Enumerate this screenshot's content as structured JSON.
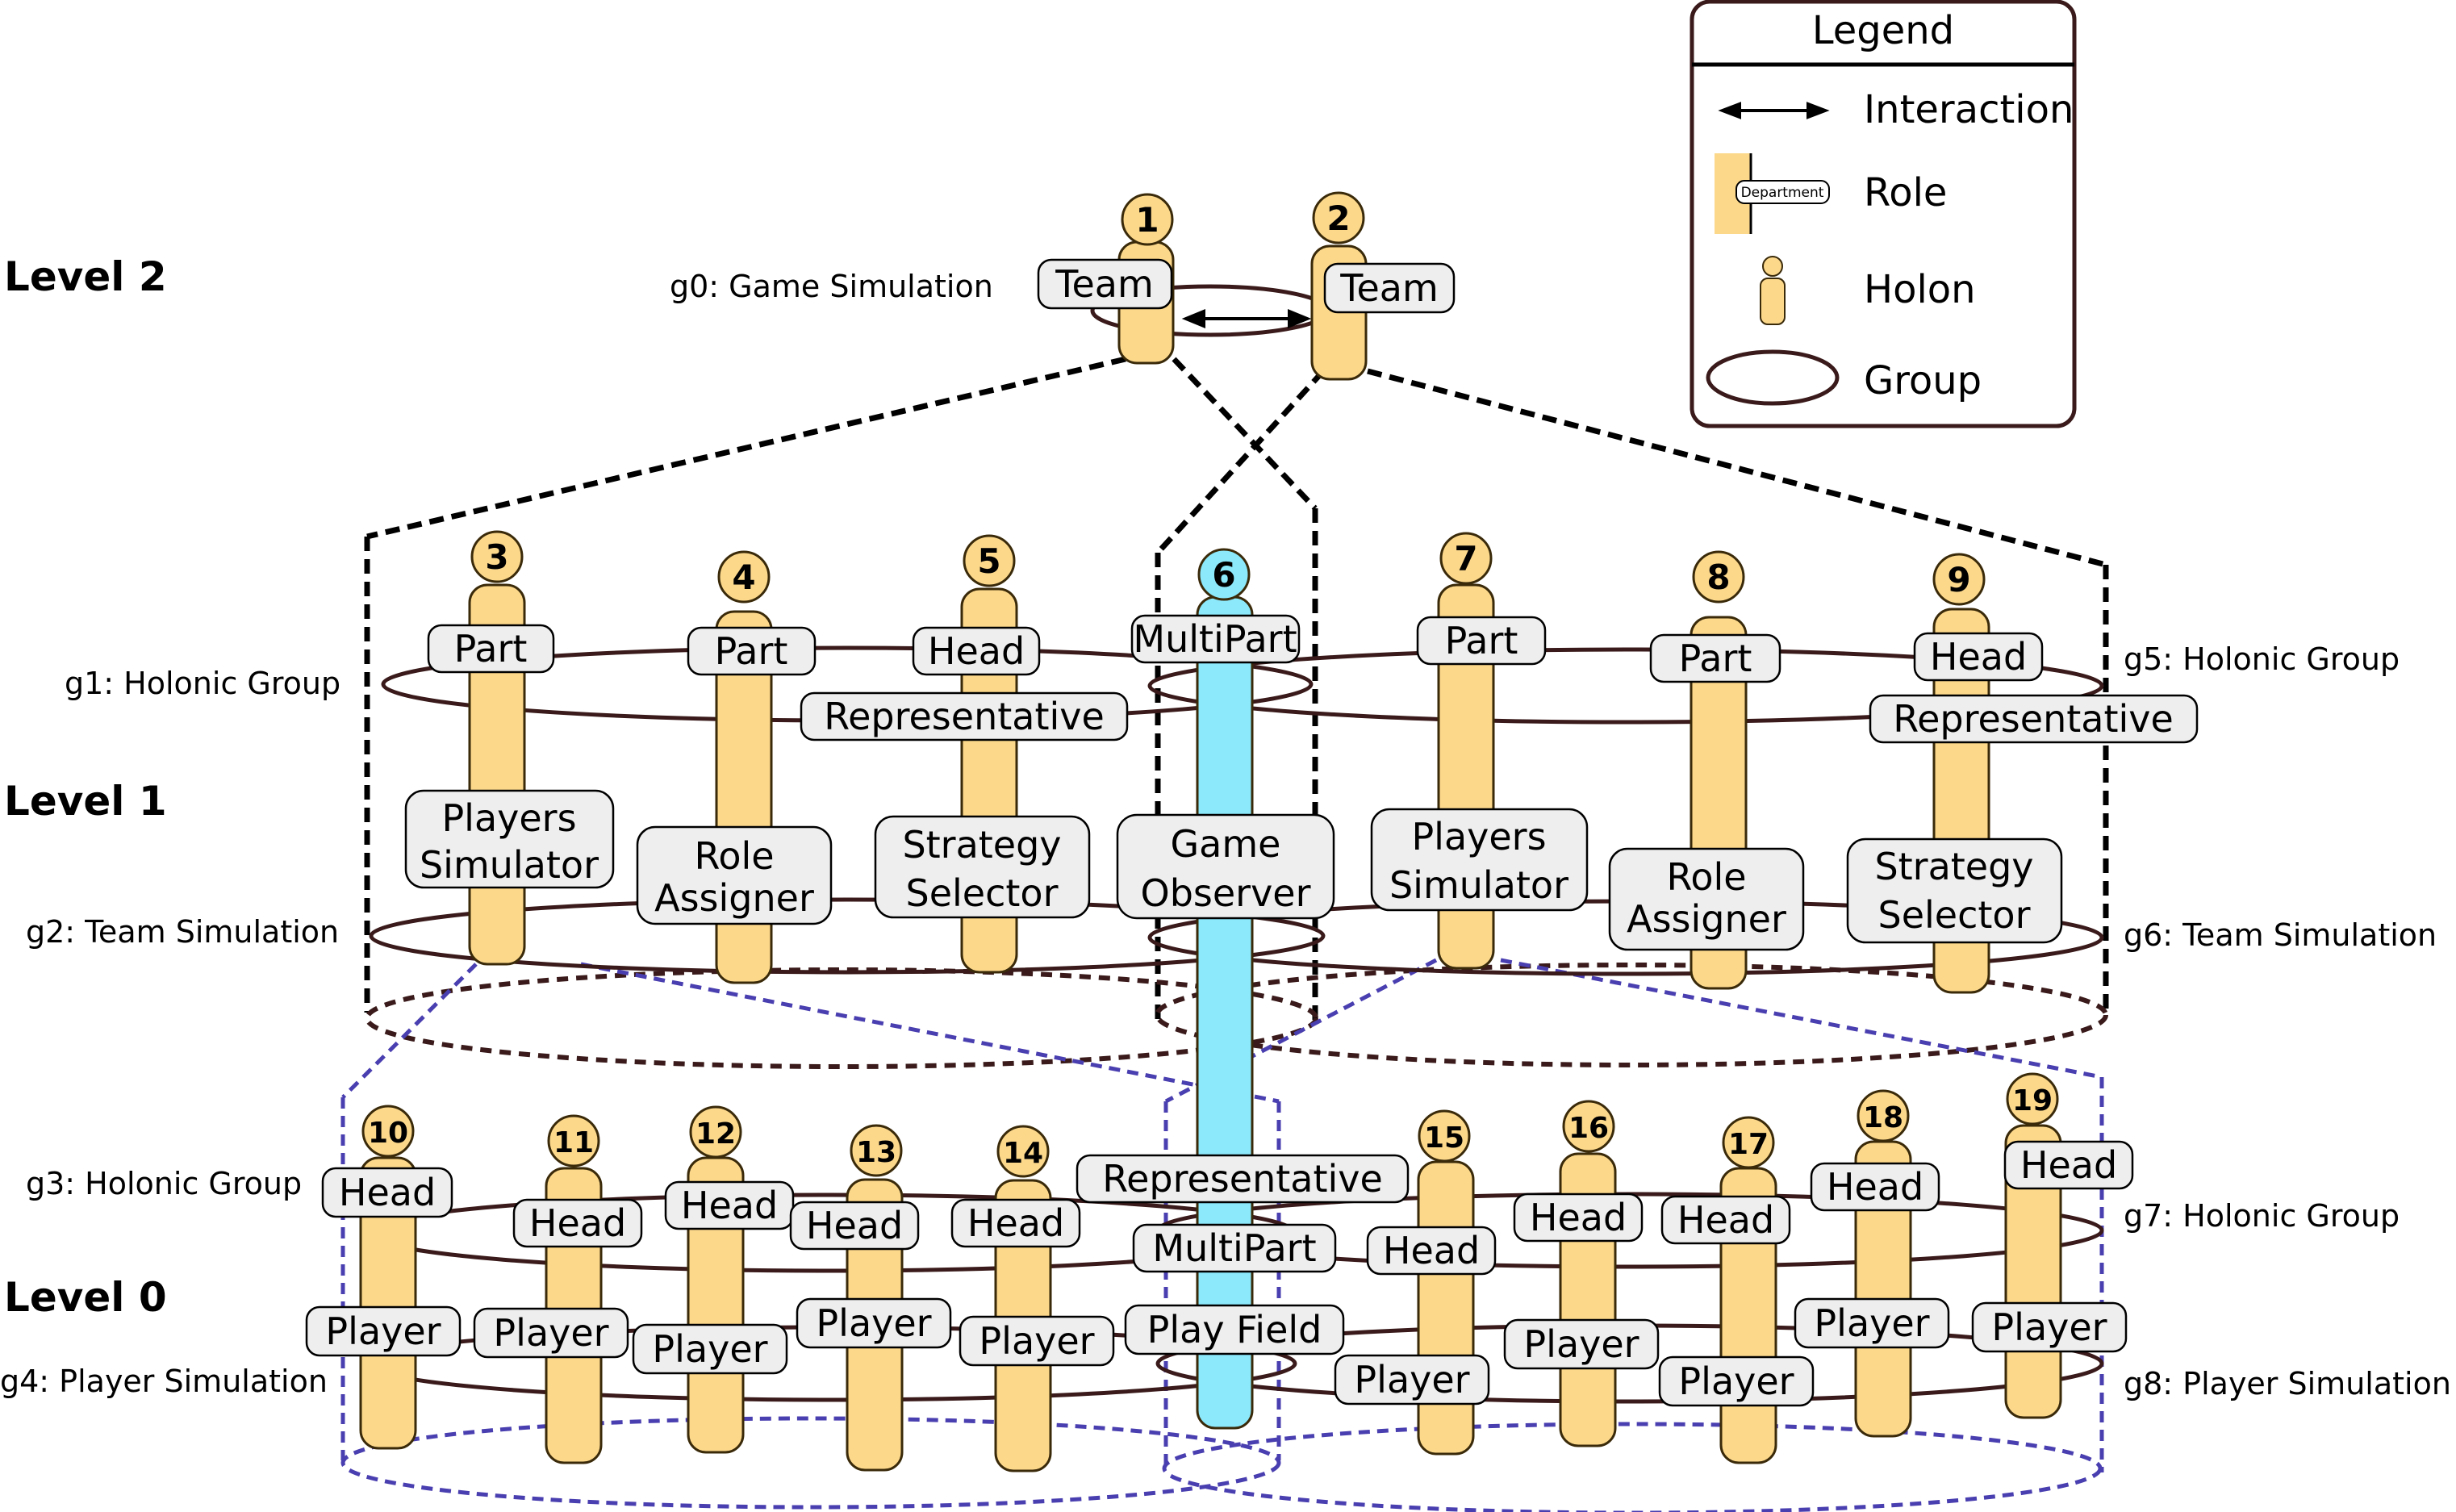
{
  "levels": {
    "level2": "Level 2",
    "level1": "Level 1",
    "level0": "Level 0"
  },
  "groups": {
    "g0": "g0: Game Simulation",
    "g1": "g1: Holonic Group",
    "g2": "g2: Team Simulation",
    "g3": "g3: Holonic Group",
    "g4": "g4: Player Simulation",
    "g5": "g5: Holonic Group",
    "g6": "g6: Team Simulation",
    "g7": "g7: Holonic Group",
    "g8": "g8: Player Simulation"
  },
  "legend": {
    "title": "Legend",
    "interaction": "Interaction",
    "role": "Role",
    "role_sample": "Department",
    "holon": "Holon",
    "group": "Group"
  },
  "holons": {
    "h1": "1",
    "h2": "2",
    "h3": "3",
    "h4": "4",
    "h5": "5",
    "h6": "6",
    "h7": "7",
    "h8": "8",
    "h9": "9",
    "h10": "10",
    "h11": "11",
    "h12": "12",
    "h13": "13",
    "h14": "14",
    "h15": "15",
    "h16": "16",
    "h17": "17",
    "h18": "18",
    "h19": "19"
  },
  "roles": {
    "team": "Team",
    "part": "Part",
    "head": "Head",
    "multipart": "MultiPart",
    "representative": "Representative",
    "players": "Players",
    "simulator": "Simulator",
    "role_word": "Role",
    "assigner": "Assigner",
    "strategy": "Strategy",
    "selector": "Selector",
    "game": "Game",
    "observer": "Observer",
    "player": "Player",
    "play_field": "Play Field"
  },
  "colors": {
    "holon": "#fcd88b",
    "holon_special": "#8ce8fb",
    "role_fill": "#eeeeee",
    "group_stroke": "#3a1a1a",
    "level0_dash": "#4a3fb0"
  }
}
